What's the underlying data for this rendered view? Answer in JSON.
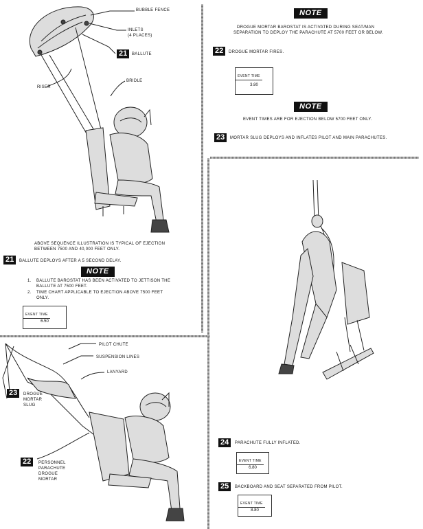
{
  "top_left": {
    "callouts": {
      "bubble_fence": "BUBBLE FENCE",
      "inlets": "INLETS",
      "inlets_sub": "(4 PLACES)",
      "ballute": "BALLUTE",
      "riser": "RISER",
      "bridle": "BRIDLE"
    },
    "ballute_step_badge": "21",
    "caption_line1": "ABOVE SEQUENCE ILLUSTRATION IS TYPICAL OF EJECTION",
    "caption_line2": "BETWEEN 7500 AND 40,000 FEET ONLY.",
    "step": {
      "number": "21",
      "text": "BALLUTE DEPLOYS AFTER A 5 SECOND DELAY."
    },
    "note": {
      "badge": "NOTE",
      "items": [
        {
          "num": "1.",
          "line1": "BALLUTE BAROSTAT HAS BEEN ACTIVATED TO JETTISON THE",
          "line2": "BALLUTE AT 7500 FEET."
        },
        {
          "num": "2.",
          "line1": "TIME CHART APPLICABLE TO EJECTION ABOVE 7500 FEET",
          "line2": "ONLY."
        }
      ]
    },
    "event": {
      "label": "EVENT TIME",
      "value": "6.50"
    }
  },
  "top_right": {
    "note1": {
      "badge": "NOTE",
      "line1": "DROGUE MORTAR BAROSTAT IS ACTIVATED DURING SEAT/MAN",
      "line2": "SEPARATION TO DEPLOY THE PARACHUTE AT 5700 FEET OR BELOW."
    },
    "step22": {
      "number": "22",
      "text": "DROGUE MORTAR FIRES."
    },
    "event22": {
      "label": "EVENT TIME",
      "value": "3.80"
    },
    "note2": {
      "badge": "NOTE",
      "line1": "EVENT TIMES ARE FOR EJECTION BELOW 5700 FEET ONLY."
    },
    "step23": {
      "number": "23",
      "text": "MORTAR SLUG DEPLOYS AND INFLATES PILOT AND MAIN PARACHUTES."
    }
  },
  "bottom_left": {
    "callouts": {
      "pilot_chute": "PILOT CHUTE",
      "suspension_lines": "SUSPENSION LINES",
      "lanyard": "LANYARD"
    },
    "step23_badge": "23",
    "step23_label": [
      "DROGUE",
      "MORTAR",
      "SLUG"
    ],
    "step22_badge": "22",
    "step22_label": [
      "PERSONNEL",
      "PARACHUTE",
      "DROGUE",
      "MORTAR"
    ]
  },
  "bottom_right": {
    "step24": {
      "number": "24",
      "text": "PARACHUTE FULLY INFLATED."
    },
    "event24": {
      "label": "EVENT TIME",
      "value": "6.80"
    },
    "step25": {
      "number": "25",
      "text": "BACKBOARD AND SEAT SEPARATED FROM PILOT."
    },
    "event25": {
      "label": "EVENT TIME",
      "value": "8.80"
    }
  }
}
